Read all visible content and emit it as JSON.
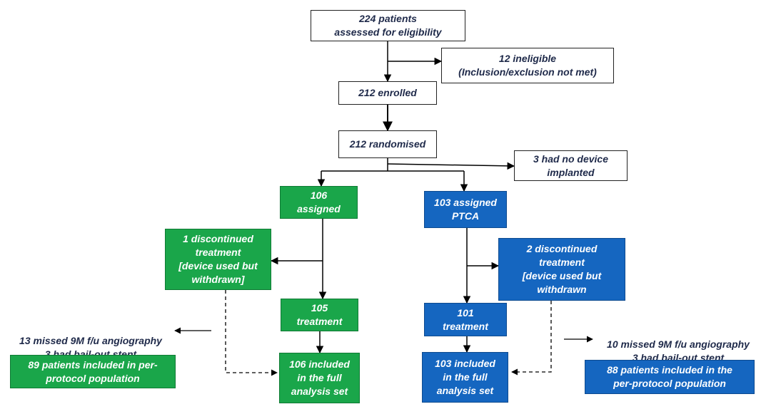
{
  "colors": {
    "green": "#1aa64a",
    "blue": "#1566c0",
    "text_dark": "#1f2a4a",
    "line": "#000000"
  },
  "boxes": {
    "assessed": "224 patients\nassessed for eligibility",
    "ineligible": "12 ineligible\n(Inclusion/exclusion not met)",
    "enrolled": "212 enrolled",
    "randomised": "212 randomised",
    "no_device": "3 had no device\nimplanted",
    "device_assigned": "106\nassigned",
    "ptca_assigned": "103 assigned\nPTCA",
    "device_discontinued": "1 discontinued\ntreatment\n[device used but\nwithdrawn]",
    "ptca_discontinued": "2 discontinued\ntreatment\n[device used but\nwithdrawn",
    "device_treatment": "105\ntreatment",
    "ptca_treatment": "101\ntreatment",
    "device_fas": "106 included\nin the full\nanalysis set",
    "ptca_fas": "103 included\nin the full\nanalysis set",
    "device_pp": "89 patients included in per-\nprotocol population",
    "ptca_pp": "88 patients included in the\nper-protocol population"
  },
  "notes": {
    "device_missed": "13 missed 9M f/u angiography\n3 had bail-out stent",
    "ptca_missed": "10 missed 9M f/u angiography\n3 had bail-out stent"
  }
}
